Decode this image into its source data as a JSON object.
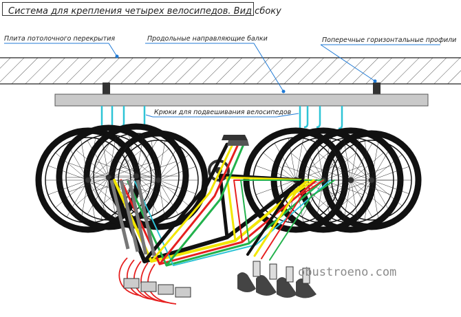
{
  "title": "Система для крепления четырех велосипедов. Вид сбоку",
  "labels": {
    "ceiling_slab": "Плита потолочного перекрытия",
    "longitudinal_beams": "Продольные направляющие балки",
    "cross_profiles": "Поперечные горизонтальные профили",
    "hooks": "Крюки для подвешивания велосипедов"
  },
  "watermark": "obustroeno.com",
  "colors": {
    "leader_line": "#1f7ad6",
    "hook": "#2ec4d6",
    "beam": "#c9c9c9",
    "frame_colors": [
      "#111111",
      "#f2e600",
      "#e62020",
      "#22b24c",
      "#2ec4d6"
    ]
  }
}
